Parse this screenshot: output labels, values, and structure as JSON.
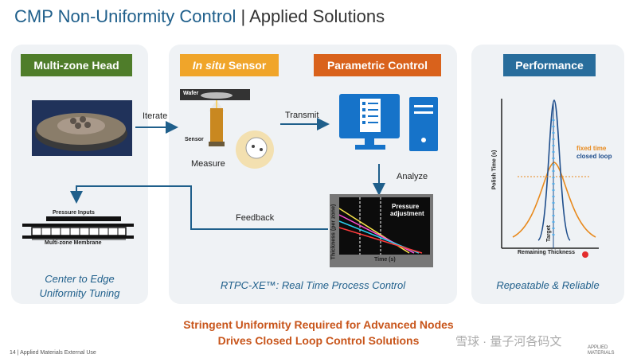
{
  "header": {
    "title_main": "CMP Non-Uniformity Control",
    "title_sep": "|",
    "title_sub": "Applied Solutions"
  },
  "panels": {
    "multi_zone": {
      "heading": "Multi-zone Head",
      "pressure_label": "Pressure Inputs",
      "membrane_label": "Multi-zone Membrane",
      "caption_line1": "Center to Edge",
      "caption_line2": "Uniformity Tuning"
    },
    "insitu": {
      "heading_italic": "In situ",
      "heading_rest": " Sensor",
      "wafer_label": "Wafer",
      "sensor_label": "Sensor",
      "measure_label": "Measure"
    },
    "parametric": {
      "heading": "Parametric Control",
      "transmit_label": "Transmit",
      "analyze_label": "Analyze",
      "feedback_label": "Feedback",
      "chart_ylabel": "Thickness (per zone)",
      "chart_xlabel": "Time (s)",
      "chart_annotation_line1": "Pressure",
      "chart_annotation_line2": "adjustment"
    },
    "performance": {
      "heading": "Performance",
      "ylabel": "Polish Time (s)",
      "xlabel": "Remaining Thickness",
      "target_label": "Target",
      "legend_fixed": "fixed time",
      "legend_closed": "closed loop",
      "caption": "Repeatable & Reliable"
    }
  },
  "iterate_label": "Iterate",
  "rtpc_caption": "RTPC-XE™: Real Time Process Control",
  "bottom_line1": "Stringent Uniformity Required for Advanced Nodes",
  "bottom_line2": "Drives Closed Loop Control Solutions",
  "footer": "14  |  Applied Materials External Use",
  "watermark": "雪球 · 量子河各码文",
  "corner_logo_line1": "APPLIED",
  "corner_logo_line2": "MATERIALS",
  "colors": {
    "title_blue": "#1f5f8b",
    "green": "#4f7d2a",
    "amber": "#f0a52a",
    "orange": "#d9621c",
    "steel_blue": "#286d9c",
    "computer_blue": "#1673c9"
  }
}
